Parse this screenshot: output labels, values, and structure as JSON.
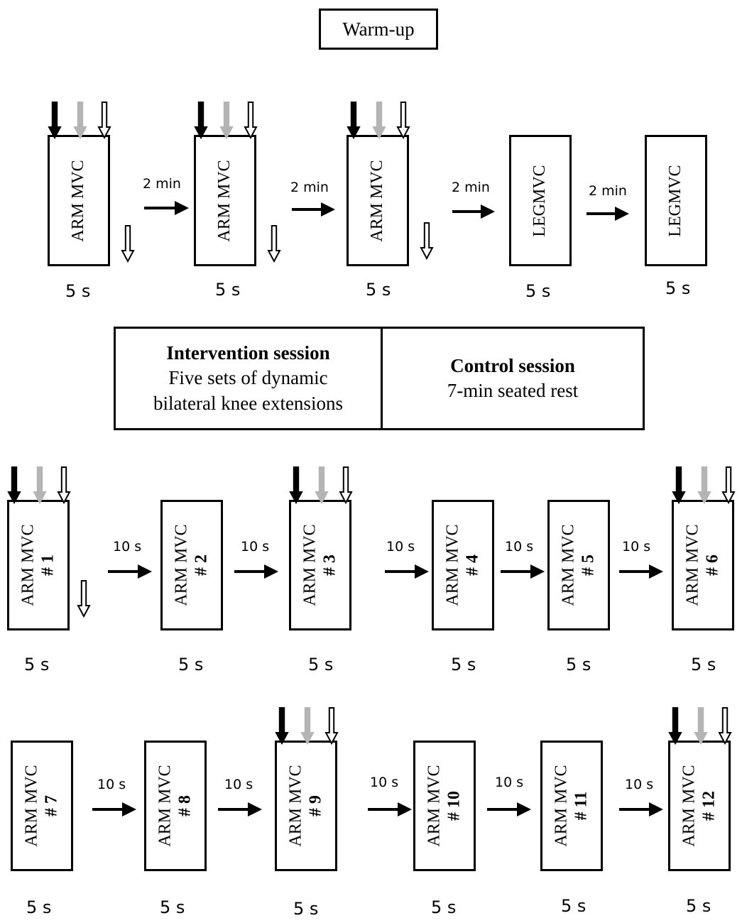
{
  "warmup": {
    "title": "Warm-up"
  },
  "row1": {
    "blocks": [
      {
        "label": "ARM MVC",
        "duration": "5 s"
      },
      {
        "label": "ARM MVC",
        "duration": "5 s"
      },
      {
        "label": "ARM MVC",
        "duration": "5 s"
      },
      {
        "label": "LEGMVC",
        "duration": "5 s"
      },
      {
        "label": "LEGMVC",
        "duration": "5 s"
      }
    ],
    "intervals": [
      "2 min",
      "2 min",
      "2 min",
      "2 min"
    ]
  },
  "sessions": {
    "intervention": {
      "title": "Intervention session",
      "line1": "Five sets of dynamic",
      "line2": "bilateral knee extensions"
    },
    "control": {
      "title": "Control session",
      "line1": "7-min seated rest"
    }
  },
  "row3": {
    "blocks": [
      {
        "label": "ARM MVC",
        "number": "# 1",
        "duration": "5 s"
      },
      {
        "label": "ARM MVC",
        "number": "# 2",
        "duration": "5 s"
      },
      {
        "label": "ARM MVC",
        "number": "# 3",
        "duration": "5 s"
      },
      {
        "label": "ARM MVC",
        "number": "# 4",
        "duration": "5 s"
      },
      {
        "label": "ARM MVC",
        "number": "# 5",
        "duration": "5 s"
      },
      {
        "label": "ARM MVC",
        "number": "# 6",
        "duration": "5 s"
      }
    ],
    "intervals": [
      "10 s",
      "10 s",
      "10 s",
      "10 s",
      "10 s"
    ]
  },
  "row4": {
    "blocks": [
      {
        "label": "ARM MVC",
        "number": "# 7",
        "duration": "5 s"
      },
      {
        "label": "ARM MVC",
        "number": "# 8",
        "duration": "5 s"
      },
      {
        "label": "ARM MVC",
        "number": "# 9",
        "duration": "5 s"
      },
      {
        "label": "ARM MVC",
        "number": "# 10",
        "duration": "5 s"
      },
      {
        "label": "ARM MVC",
        "number": "# 11",
        "duration": "5 s"
      },
      {
        "label": "ARM MVC",
        "number": "# 12",
        "duration": "5 s"
      }
    ],
    "intervals": [
      "10 s",
      "10 s",
      "10 s",
      "10 s",
      "10 s"
    ]
  },
  "colors": {
    "black_arrow": "#000000",
    "gray_arrow": "#b4b4b4",
    "white_arrow": "#ffffff"
  }
}
